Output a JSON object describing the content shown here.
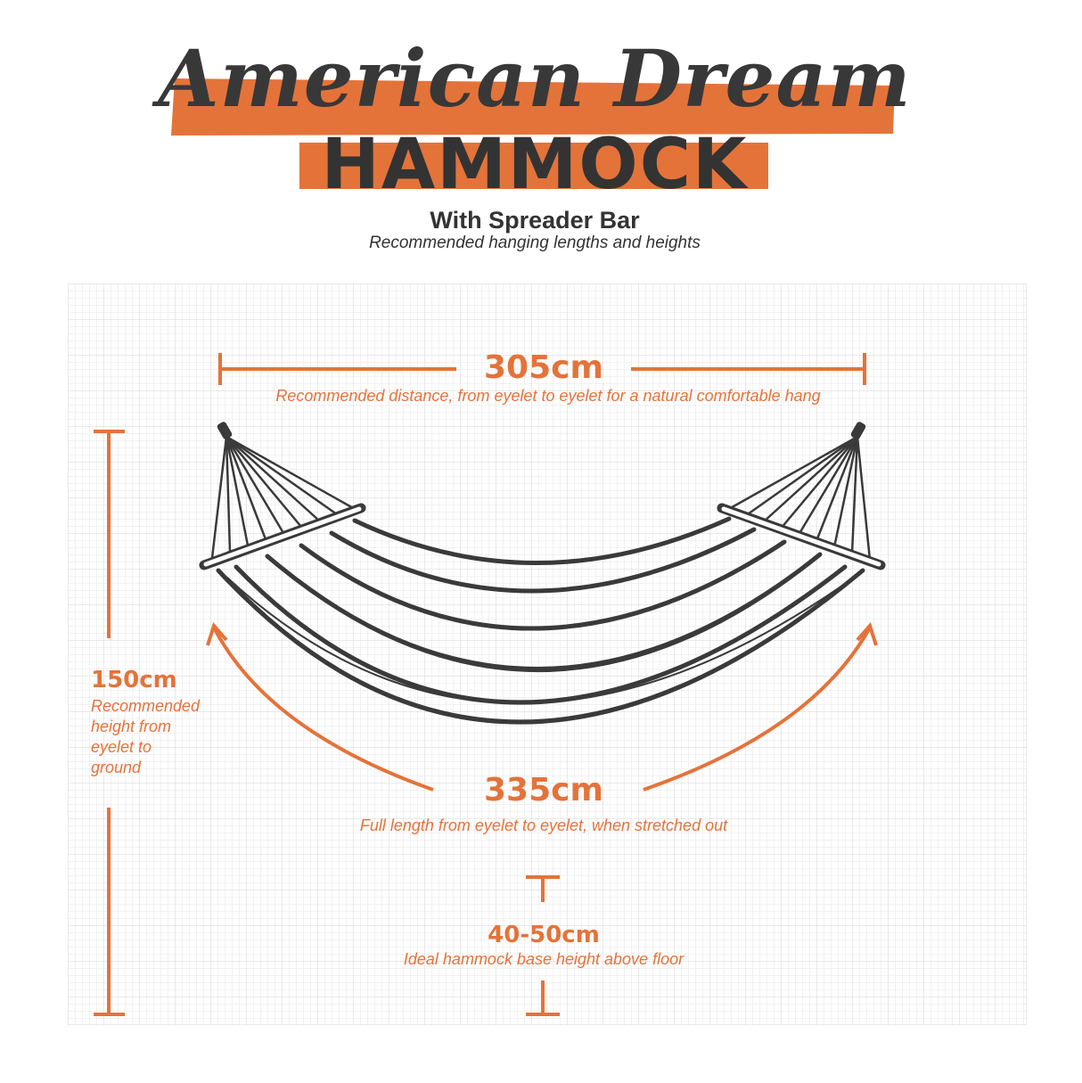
{
  "header": {
    "script_title": "American Dream",
    "block_title": "HAMMOCK",
    "subtitle": "With Spreader Bar",
    "caption": "Recommended hanging lengths and heights"
  },
  "dimensions": {
    "eyelet_distance": {
      "value": "305cm",
      "note": "Recommended distance, from eyelet to eyelet for a natural comfortable hang"
    },
    "full_length": {
      "value": "335cm",
      "note": "Full length from eyelet to eyelet,  when stretched out"
    },
    "hang_height": {
      "value": "150cm",
      "note_lines": [
        "Recommended",
        "height from",
        "eyelet to",
        "ground"
      ]
    },
    "base_height": {
      "value": "40-50cm",
      "note": "Ideal hammock base height above floor"
    }
  },
  "colors": {
    "accent": "#e4733a",
    "ink": "#3a3a3a",
    "grid_minor": "#e6e6e6",
    "grid_major": "#d4d4d4"
  },
  "icons": [
    "hammock-illustration"
  ]
}
